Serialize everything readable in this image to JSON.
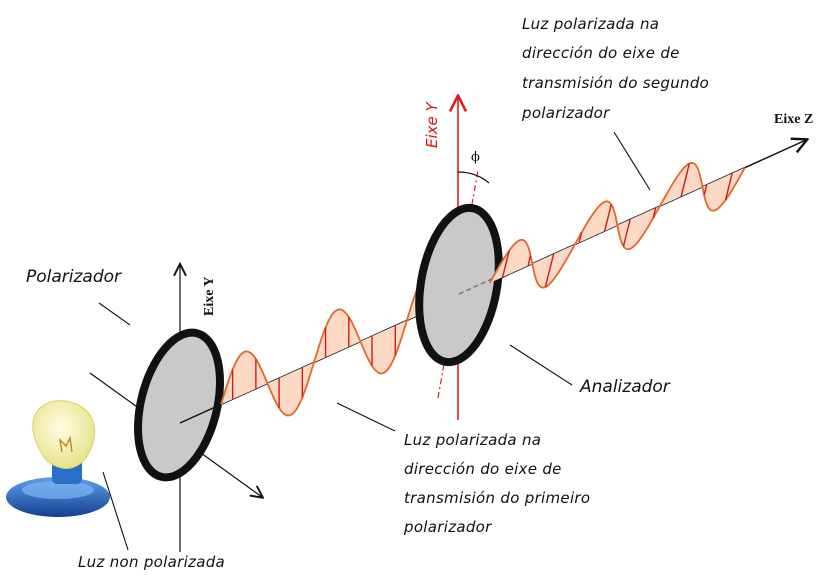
{
  "labels": {
    "polarizador": "Polarizador",
    "analizador": "Analizador",
    "eixe_z": "Eixe Z",
    "eixe_y_first": "Eixe Y",
    "eixe_y_second": "Eixe Y",
    "phi": "ϕ",
    "luz_non_polarizada": "Luz non polarizada",
    "luz_primeiro": [
      "Luz polarizada na",
      "dirección do eixe de",
      "transmisión do primeiro",
      "polarizador"
    ],
    "luz_segundo": [
      "Luz polarizada na",
      "dirección do eixe de",
      "transmisión do segundo",
      "polarizador"
    ]
  },
  "colors": {
    "wave_stroke": "#e06a2a",
    "wave_fill": "#fbd9c4",
    "wave_ticks": "#d11a1a",
    "axis_red": "#e11d1d",
    "disk_fill": "#c9c9c9",
    "disk_rim": "#111111",
    "bulb_glass": "#f7f3b0",
    "bulb_base": "#1f5fc0"
  },
  "icons": {
    "light_source": "light-bulb-icon"
  }
}
